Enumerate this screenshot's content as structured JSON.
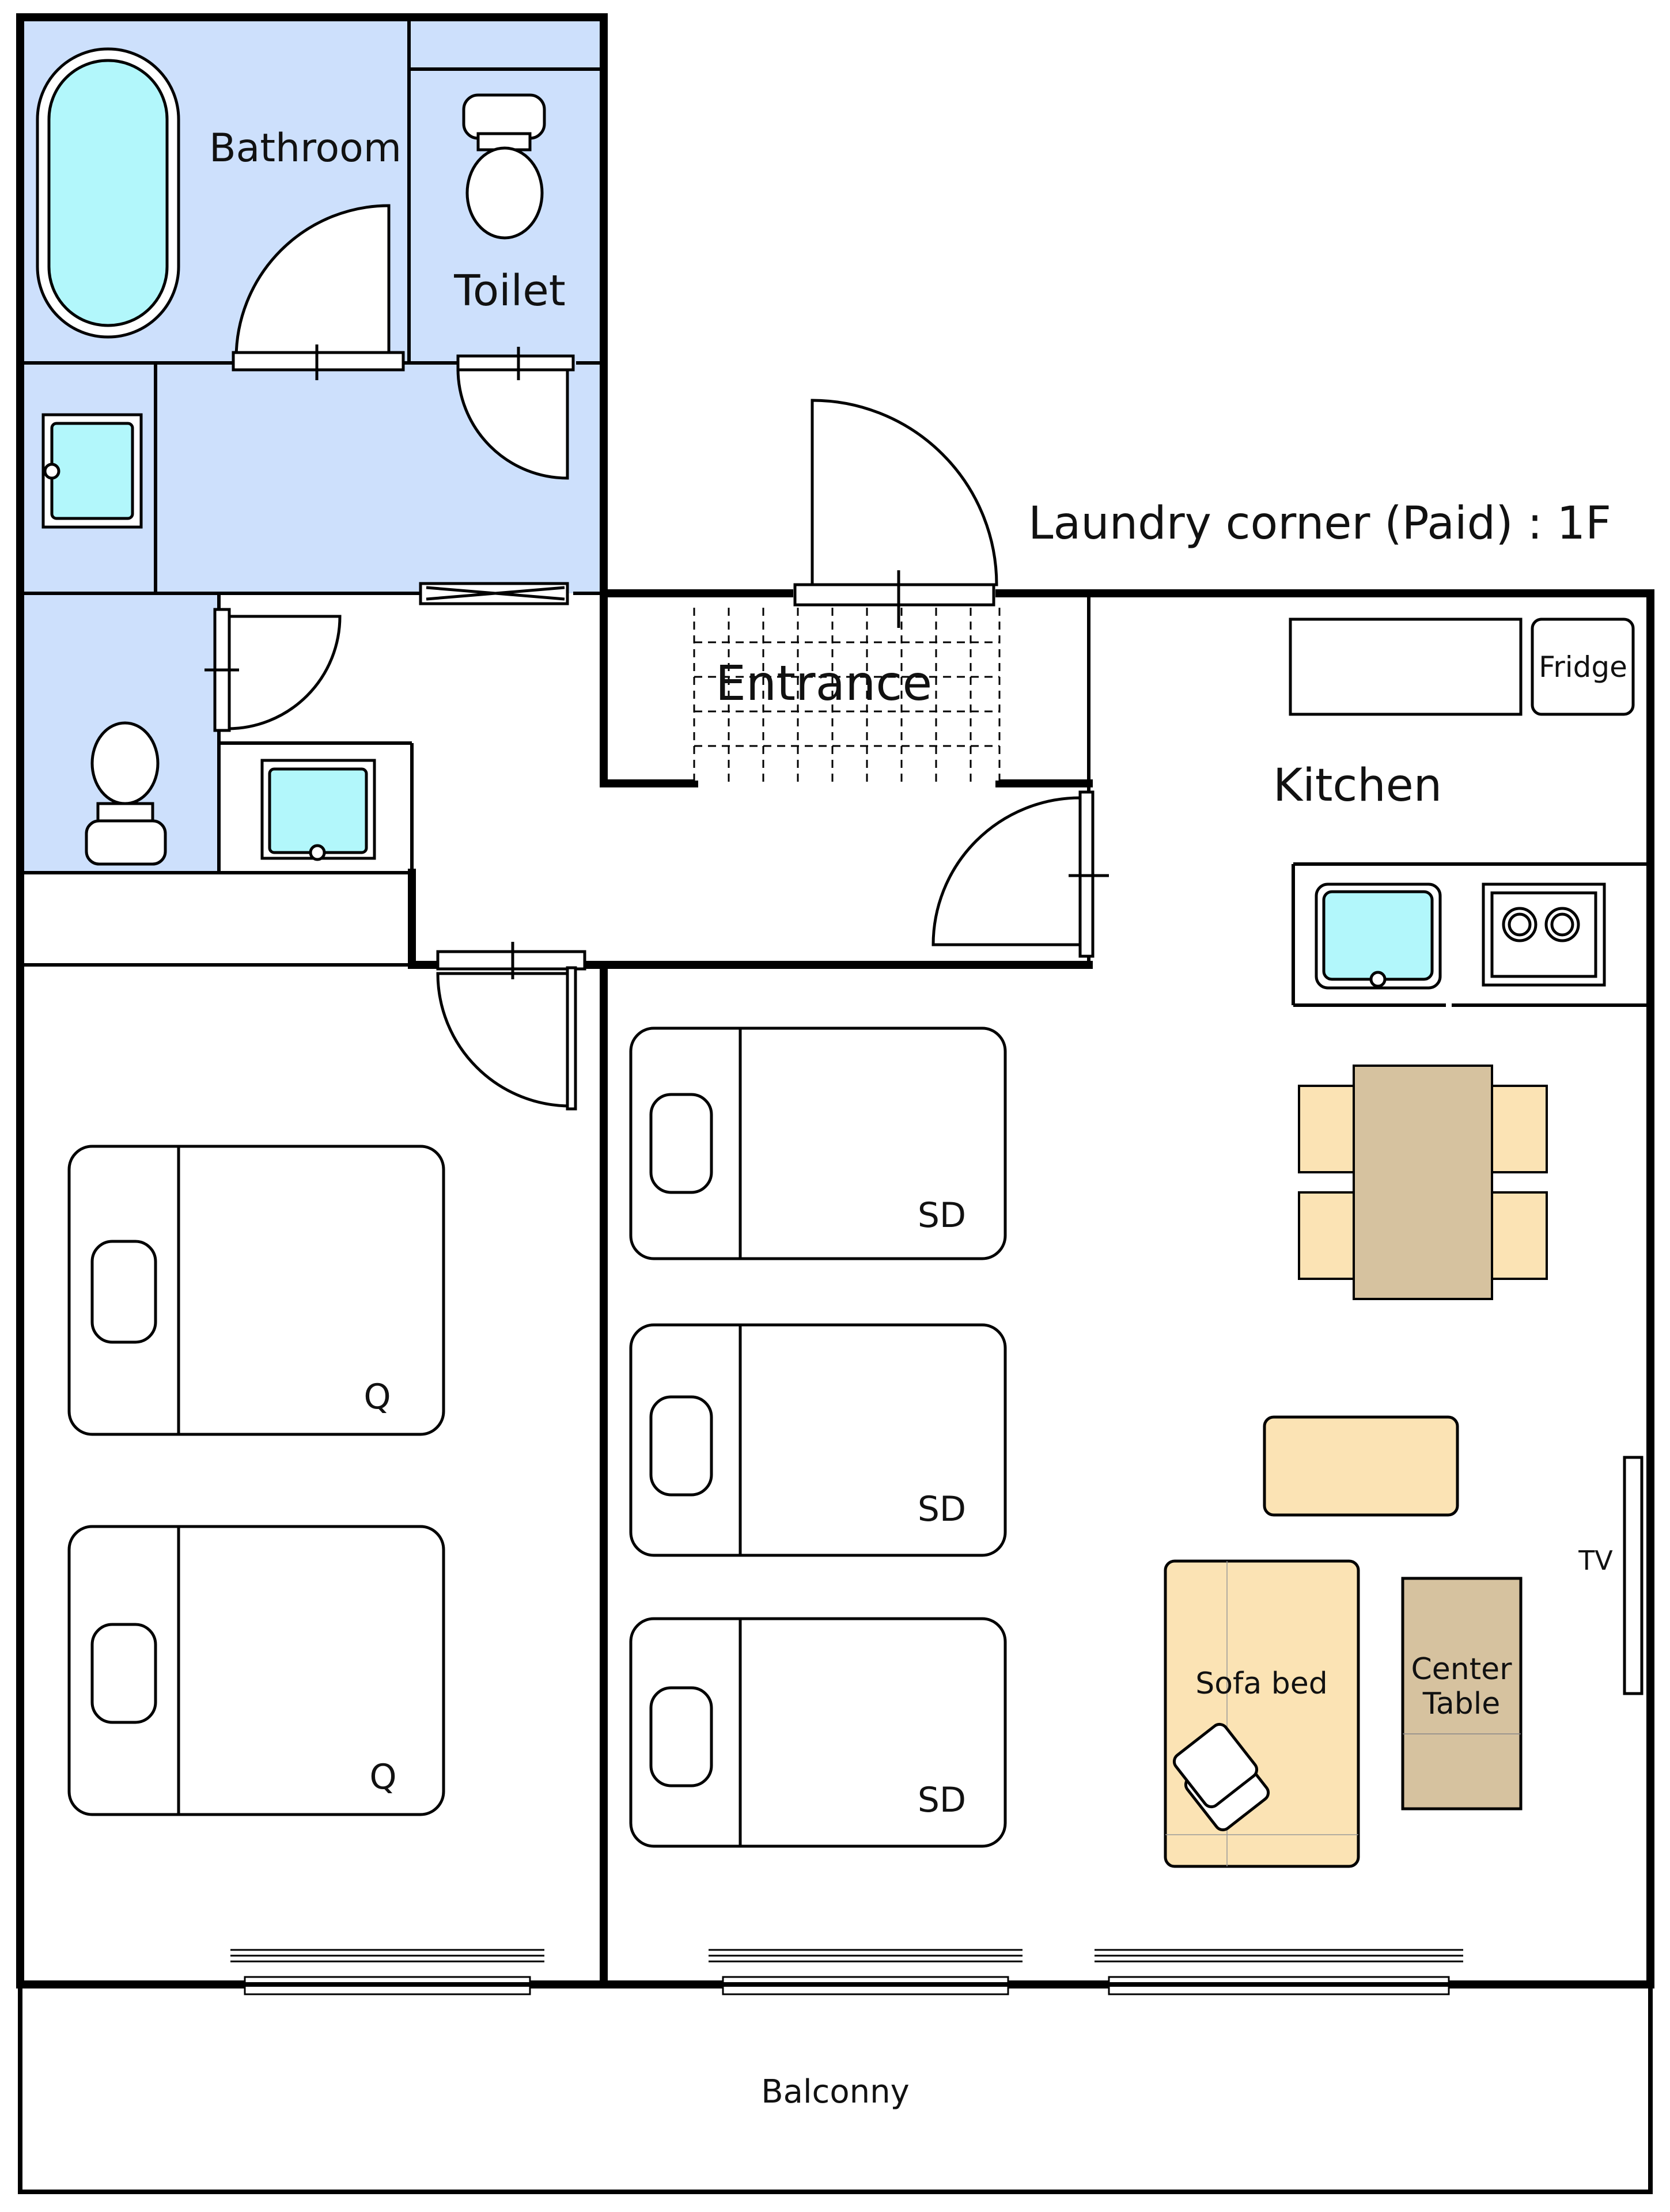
{
  "colors": {
    "wet_area": "#cde0fc",
    "fixture_water": "#b2f7fb",
    "dining_chair": "#fbe3b4",
    "wood_table": "#d6c29f",
    "sofa": "#fbe3b4",
    "wall": "#000000"
  },
  "labels": {
    "bathroom": "Bathroom",
    "toilet": "Toilet",
    "laundry": "Laundry corner (Paid) : 1F",
    "entrance": "Entrance",
    "fridge": "Fridge",
    "kitchen": "Kitchen",
    "tv": "TV",
    "sofa_bed": "Sofa bed",
    "center_table_line1": "Center",
    "center_table_line2": "Table",
    "balcony": "Balconny"
  },
  "beds": {
    "queen_label": "Q",
    "single_label": "SD"
  }
}
